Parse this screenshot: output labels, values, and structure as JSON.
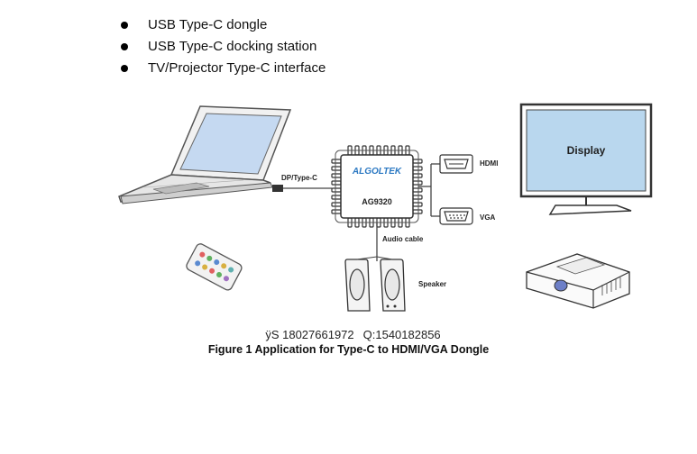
{
  "bullets": [
    {
      "label": "USB Type-C dongle"
    },
    {
      "label": "USB Type-C docking station"
    },
    {
      "label": "TV/Projector Type-C interface"
    }
  ],
  "diagram": {
    "chip_brand": "ALGOLTEK",
    "chip_model": "AG9320",
    "input_label": "DP/Type-C",
    "hdmi_label": "HDMI",
    "vga_label": "VGA",
    "audio_label": "Audio cable",
    "speaker_label": "Speaker",
    "display_label": "Display",
    "colors": {
      "screen": "#b9d7ee",
      "laptop_screen": "#c5d9f1",
      "chip_brand": "#2b78c2",
      "line": "#444444"
    }
  },
  "footer": {
    "contact": "ÿS 18027661972",
    "qq": "Q:1540182856",
    "figure_caption": "Figure 1 Application for Type-C to HDMI/VGA Dongle"
  }
}
